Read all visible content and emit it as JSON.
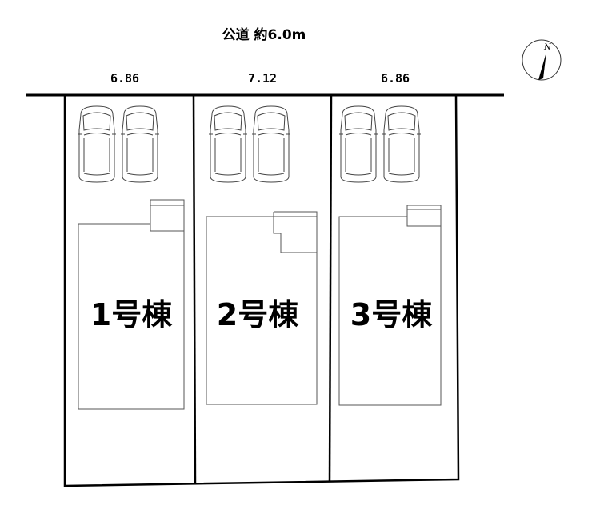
{
  "road": {
    "label": "公道 約6.0m"
  },
  "frontage": [
    "6.86",
    "7.12",
    "6.86"
  ],
  "compass": {
    "north_label": "N"
  },
  "lots": [
    {
      "label": "1号棟",
      "parking_spaces": 2
    },
    {
      "label": "2号棟",
      "parking_spaces": 2
    },
    {
      "label": "3号棟",
      "parking_spaces": 2
    }
  ]
}
